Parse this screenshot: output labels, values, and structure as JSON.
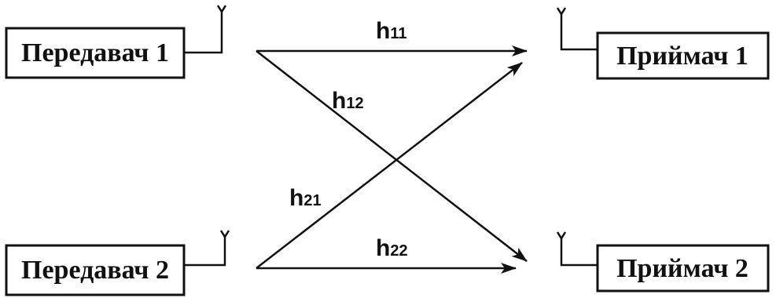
{
  "transmitters": [
    {
      "label": "Передавач 1"
    },
    {
      "label": "Передавач 2"
    }
  ],
  "receivers": [
    {
      "label": "Приймач 1"
    },
    {
      "label": "Приймач 2"
    }
  ],
  "channels": [
    {
      "main": "h",
      "sub": "11"
    },
    {
      "main": "h",
      "sub": "12"
    },
    {
      "main": "h",
      "sub": "21"
    },
    {
      "main": "h",
      "sub": "22"
    }
  ],
  "colors": {
    "ink": "#111111",
    "background": "#ffffff"
  }
}
